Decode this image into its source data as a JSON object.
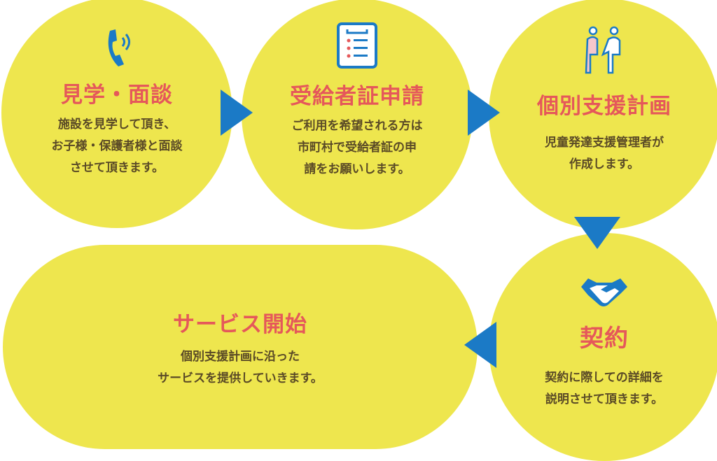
{
  "colors": {
    "circle": "#EEE64E",
    "title": "#E5585A",
    "text": "#5A4A26",
    "arrow": "#1B7AC6"
  },
  "steps": [
    {
      "icon": "phone-icon",
      "title": "見学・面談",
      "desc": "施設を見学して頂き、\nお子様・保護者様と面談\nさせて頂きます。"
    },
    {
      "icon": "checklist-icon",
      "title": "受給者証申請",
      "desc": "ご利用を希望される方は\n市町村で受給者証の申\n請をお願いします。"
    },
    {
      "icon": "consultation-icon",
      "title": "個別支援計画",
      "desc": "児童発達支援管理者が\n作成します。"
    },
    {
      "icon": "handshake-icon",
      "title": "契約",
      "desc": "契約に際しての詳細を\n説明させて頂きます。"
    },
    {
      "title": "サービス開始",
      "desc": "個別支援計画に沿った\nサービスを提供していきます。"
    }
  ]
}
